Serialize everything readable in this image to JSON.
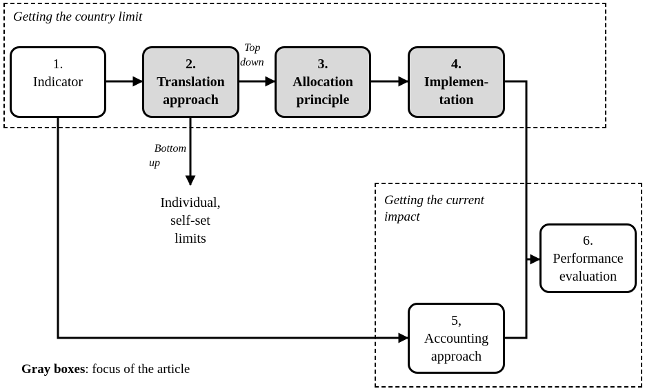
{
  "regions": {
    "country_limit": {
      "title": "Getting the country limit"
    },
    "current_impact": {
      "title_line1": "Getting the current",
      "title_line2": "impact"
    }
  },
  "boxes": {
    "indicator": {
      "line1": "1.",
      "line2": "Indicator"
    },
    "translation": {
      "line1": "2.",
      "line2": "Translation",
      "line3": "approach"
    },
    "allocation": {
      "line1": "3.",
      "line2": "Allocation",
      "line3": "principle"
    },
    "implementation": {
      "line1": "4.",
      "line2": "Implemen-",
      "line3": "tation"
    },
    "accounting": {
      "line1": "5,",
      "line2": "Accounting",
      "line3": "approach"
    },
    "performance": {
      "line1": "6.",
      "line2": "Performance",
      "line3": "evaluation"
    }
  },
  "edge_labels": {
    "top_down": {
      "line1": "Top",
      "line2": "down"
    },
    "bottom_up": {
      "line1": "Bottom",
      "line2": "up"
    }
  },
  "outcome": {
    "line1": "Individual,",
    "line2": "self-set",
    "line3": "limits"
  },
  "legend": {
    "bold": "Gray boxes",
    "rest": ": focus of the article"
  }
}
